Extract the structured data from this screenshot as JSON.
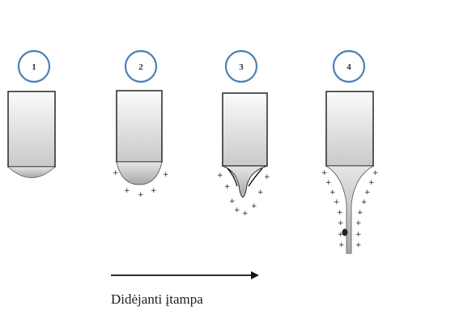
{
  "stages": [
    {
      "number": "1"
    },
    {
      "number": "2"
    },
    {
      "number": "3"
    },
    {
      "number": "4"
    }
  ],
  "caption": "Didėjanti įtampa",
  "colors": {
    "circle_stroke": "#4f7fb4",
    "number_text": "#1f3550",
    "tube_dark": "#cfcfcf",
    "tube_light": "#fafafa",
    "outline": "#333333",
    "arrow": "#111111"
  }
}
